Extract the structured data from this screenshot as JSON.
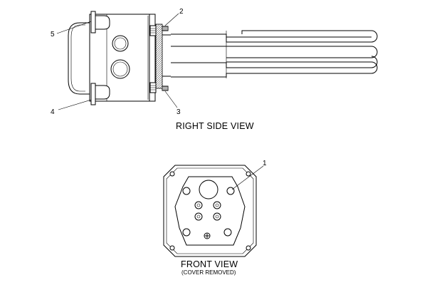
{
  "views": {
    "right_side": {
      "title": "RIGHT SIDE VIEW"
    },
    "front": {
      "title": "FRONT VIEW",
      "subtitle": "(COVER REMOVED)"
    }
  },
  "callouts": [
    "1",
    "2",
    "3",
    "4",
    "5"
  ]
}
